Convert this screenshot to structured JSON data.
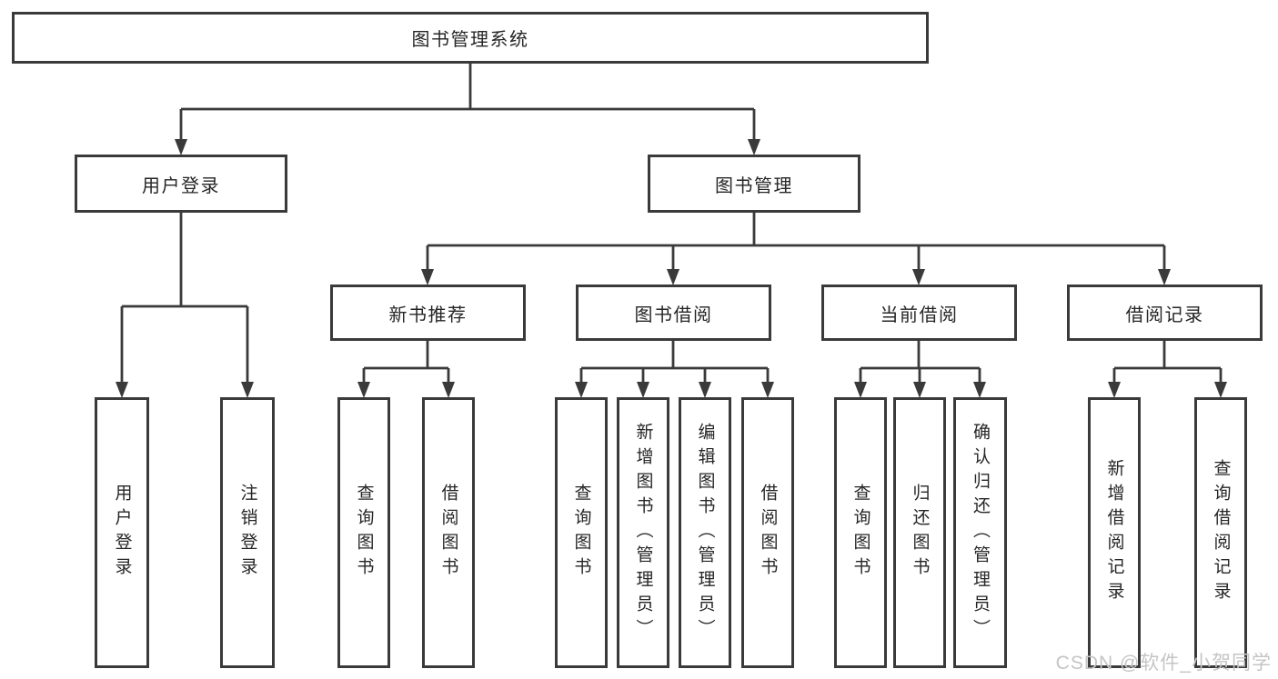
{
  "diagram": {
    "title": "图书管理系统",
    "nodes": {
      "root": "图书管理系统",
      "user_login": "用户登录",
      "book_mgmt": "图书管理",
      "new_book_rec": "新书推荐",
      "book_borrow": "图书借阅",
      "current_borrow": "当前借阅",
      "borrow_record": "借阅记录",
      "ul_user_login": "用户登录",
      "ul_logout": "注销登录",
      "nbr_query": "查询图书",
      "nbr_borrow": "借阅图书",
      "bb_query": "查询图书",
      "bb_add": "新增图书（管理员）",
      "bb_edit": "编辑图书（管理员）",
      "bb_borrow": "借阅图书",
      "cb_query": "查询图书",
      "cb_return": "归还图书",
      "cb_confirm": "确认归还（管理员）",
      "br_add": "新增借阅记录",
      "br_query": "查询借阅记录"
    },
    "tree": {
      "label": "图书管理系统",
      "children": [
        {
          "label": "用户登录",
          "children": [
            {
              "label": "用户登录"
            },
            {
              "label": "注销登录"
            }
          ]
        },
        {
          "label": "图书管理",
          "children": [
            {
              "label": "新书推荐",
              "children": [
                {
                  "label": "查询图书"
                },
                {
                  "label": "借阅图书"
                }
              ]
            },
            {
              "label": "图书借阅",
              "children": [
                {
                  "label": "查询图书"
                },
                {
                  "label": "新增图书（管理员）"
                },
                {
                  "label": "编辑图书（管理员）"
                },
                {
                  "label": "借阅图书"
                }
              ]
            },
            {
              "label": "当前借阅",
              "children": [
                {
                  "label": "查询图书"
                },
                {
                  "label": "归还图书"
                },
                {
                  "label": "确认归还（管理员）"
                }
              ]
            },
            {
              "label": "借阅记录",
              "children": [
                {
                  "label": "新增借阅记录"
                },
                {
                  "label": "查询借阅记录"
                }
              ]
            }
          ]
        }
      ]
    },
    "colors": {
      "line": "#3a3a3a",
      "box_border": "#3a3a3a",
      "text": "#262626",
      "watermark": "#c6c4c4",
      "background": "#ffffff"
    }
  },
  "watermark": "CSDN @软件_小贺同学"
}
